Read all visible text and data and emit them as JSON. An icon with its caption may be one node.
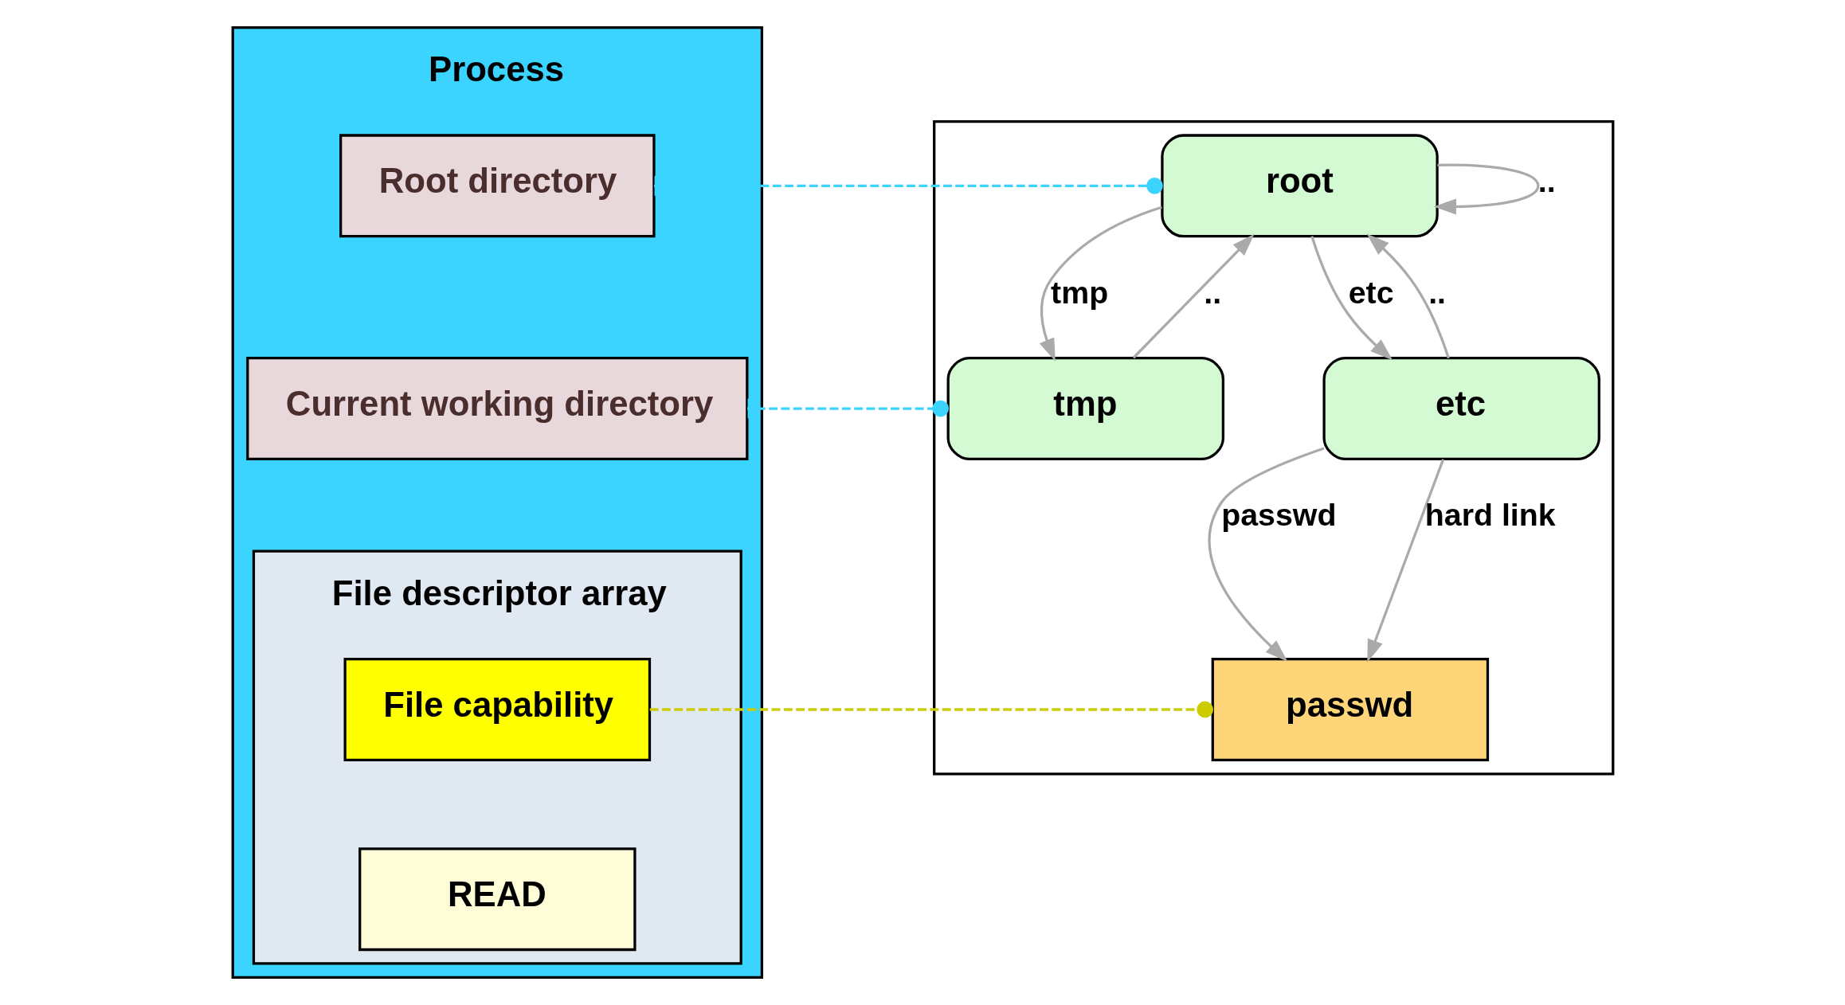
{
  "diagram": {
    "nodes": [
      {
        "text": [
          "Process"
        ]
      },
      {
        "text": [
          "Root directory"
        ],
        "in": 0
      },
      {
        "text": [
          "Current working directory"
        ],
        "in": 0
      },
      {
        "text": [
          "File descriptor array"
        ],
        "in": 0
      },
      {
        "text": [
          "File capability"
        ],
        "in": 3
      },
      {
        "text": [
          "READ"
        ],
        "in": 3
      },
      {
        "text": [],
        "shape": "box"
      },
      {
        "text": [
          "root"
        ],
        "in": 6
      },
      {
        "text": [
          "tmp"
        ],
        "in": 6
      },
      {
        "text": [
          "etc"
        ],
        "in": 6
      },
      {
        "text": [
          "passwd"
        ],
        "in": 6
      }
    ],
    "edges": [
      {
        "from": 7,
        "to": 7,
        "arrow": "to",
        "label": ".."
      },
      {
        "from": 7,
        "to": 8,
        "arrow": "to",
        "label": "tmp"
      },
      {
        "from": 8,
        "to": 7,
        "arrow": "to",
        "label": ".."
      },
      {
        "from": 7,
        "to": 9,
        "arrow": "to",
        "label": "etc"
      },
      {
        "from": 9,
        "to": 7,
        "arrow": "to",
        "label": ".."
      },
      {
        "from": 9,
        "to": 10,
        "arrow": "to",
        "label": "passwd"
      },
      {
        "from": 9,
        "to": 10,
        "arrow": "to",
        "label": "hard link"
      },
      {
        "from": 1,
        "to": 7,
        "arrow": "other",
        "style": "dashed",
        "color": "#3ad4ff"
      },
      {
        "from": 2,
        "to": 8,
        "arrow": "other",
        "style": "dashed",
        "color": "#3ad4ff"
      },
      {
        "from": 4,
        "to": 10,
        "arrow": "other",
        "style": "dashed",
        "color": "#cccc00"
      }
    ]
  }
}
